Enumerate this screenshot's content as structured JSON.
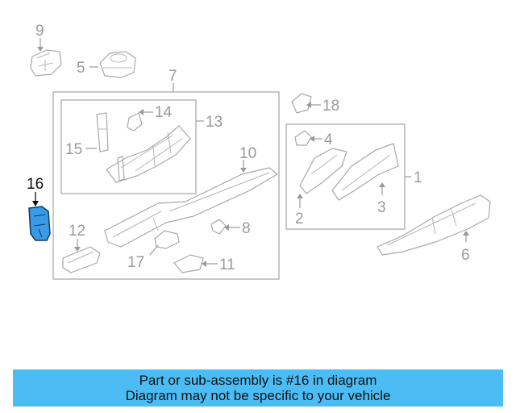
{
  "diagram": {
    "highlighted_part": "16",
    "highlight_color": "#3a9ae6",
    "callouts": {
      "p1": "1",
      "p2": "2",
      "p3": "3",
      "p4": "4",
      "p5": "5",
      "p6": "6",
      "p7": "7",
      "p8": "8",
      "p9": "9",
      "p10": "10",
      "p11": "11",
      "p12": "12",
      "p13": "13",
      "p14": "14",
      "p15": "15",
      "p16": "16",
      "p17": "17",
      "p18": "18"
    }
  },
  "banner": {
    "line1": "Part or sub-assembly is #16 in diagram",
    "line2": "Diagram may not be specific to your vehicle",
    "background": "#4cbcf4"
  }
}
